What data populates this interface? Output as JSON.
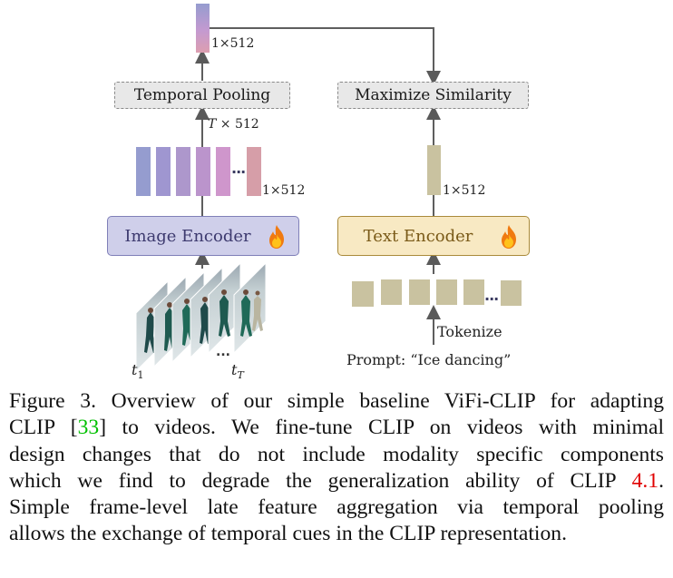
{
  "figure": {
    "video_branch": {
      "output_embedding_dim": "1×512",
      "temporal_pooling_label": "Temporal Pooling",
      "frame_features_dim": "T × 512",
      "per_frame_dim": "1×512",
      "image_encoder_label": "Image Encoder",
      "frame_labels": {
        "first": "t",
        "first_sub": "1",
        "last": "t",
        "last_sub": "T"
      },
      "frame_feature_colors": [
        "#959ccf",
        "#9f96d0",
        "#ad97cc",
        "#bb94cc",
        "#cf96cc",
        "#d69ea8"
      ],
      "output_gradient": [
        "#959ccf",
        "#c49ad0",
        "#dc9eb0"
      ],
      "ellipsis": "..."
    },
    "text_branch": {
      "maximize_similarity_label": "Maximize Similarity",
      "text_embedding_dim": "1×512",
      "text_encoder_label": "Text Encoder",
      "tokenize_label": "Tokenize",
      "prompt_label": "Prompt: “Ice dancing”",
      "token_color": "#c9c2a0",
      "ellipsis": "..."
    },
    "trainable_icon": "flame-icon"
  },
  "caption": {
    "lines": [
      {
        "parts": [
          {
            "text": "Figure 3. Overview of our simple baseline ViFi-CLIP for adapting"
          }
        ]
      },
      {
        "parts": [
          {
            "text": "CLIP ["
          },
          {
            "text": "33",
            "ref": "green"
          },
          {
            "text": "] to videos.  We fine-tune CLIP on videos with minimal"
          }
        ]
      },
      {
        "parts": [
          {
            "text": "design changes that do not include modality specific components"
          }
        ]
      },
      {
        "parts": [
          {
            "text": "which we find to degrade the generalization ability of CLIP "
          },
          {
            "text": "4.1",
            "ref": "red"
          },
          {
            "text": "."
          }
        ]
      },
      {
        "parts": [
          {
            "text": "Simple frame-level late feature aggregation via temporal pooling"
          }
        ]
      },
      {
        "parts": [
          {
            "text": "allows the exchange of temporal cues in the CLIP representation."
          }
        ]
      }
    ]
  }
}
